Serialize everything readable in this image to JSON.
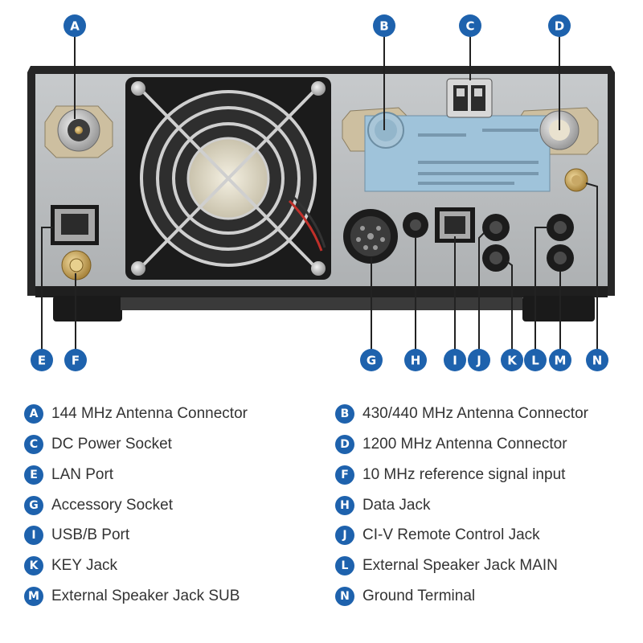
{
  "colors": {
    "badge": "#1e62ad",
    "chassis": "#2b2b2b",
    "panel": "#b9bcbe",
    "label_panel": "#9fc3da",
    "leader": "#222222"
  },
  "callouts": [
    "A",
    "B",
    "C",
    "D",
    "E",
    "F",
    "G",
    "H",
    "I",
    "J",
    "K",
    "L",
    "M",
    "N"
  ],
  "legend": [
    {
      "letter": "A",
      "label": "144 MHz Antenna Connector"
    },
    {
      "letter": "B",
      "label": "430/440 MHz Antenna Connector"
    },
    {
      "letter": "C",
      "label": "DC Power Socket"
    },
    {
      "letter": "D",
      "label": "1200 MHz Antenna Connector"
    },
    {
      "letter": "E",
      "label": "LAN Port"
    },
    {
      "letter": "F",
      "label": "10 MHz reference signal input"
    },
    {
      "letter": "G",
      "label": "Accessory Socket"
    },
    {
      "letter": "H",
      "label": "Data Jack"
    },
    {
      "letter": "I",
      "label": "USB/B Port"
    },
    {
      "letter": "J",
      "label": "CI-V Remote Control Jack"
    },
    {
      "letter": "K",
      "label": "KEY Jack"
    },
    {
      "letter": "L",
      "label": "External Speaker Jack MAIN"
    },
    {
      "letter": "M",
      "label": "External Speaker Jack SUB"
    },
    {
      "letter": "N",
      "label": "Ground Terminal"
    }
  ]
}
